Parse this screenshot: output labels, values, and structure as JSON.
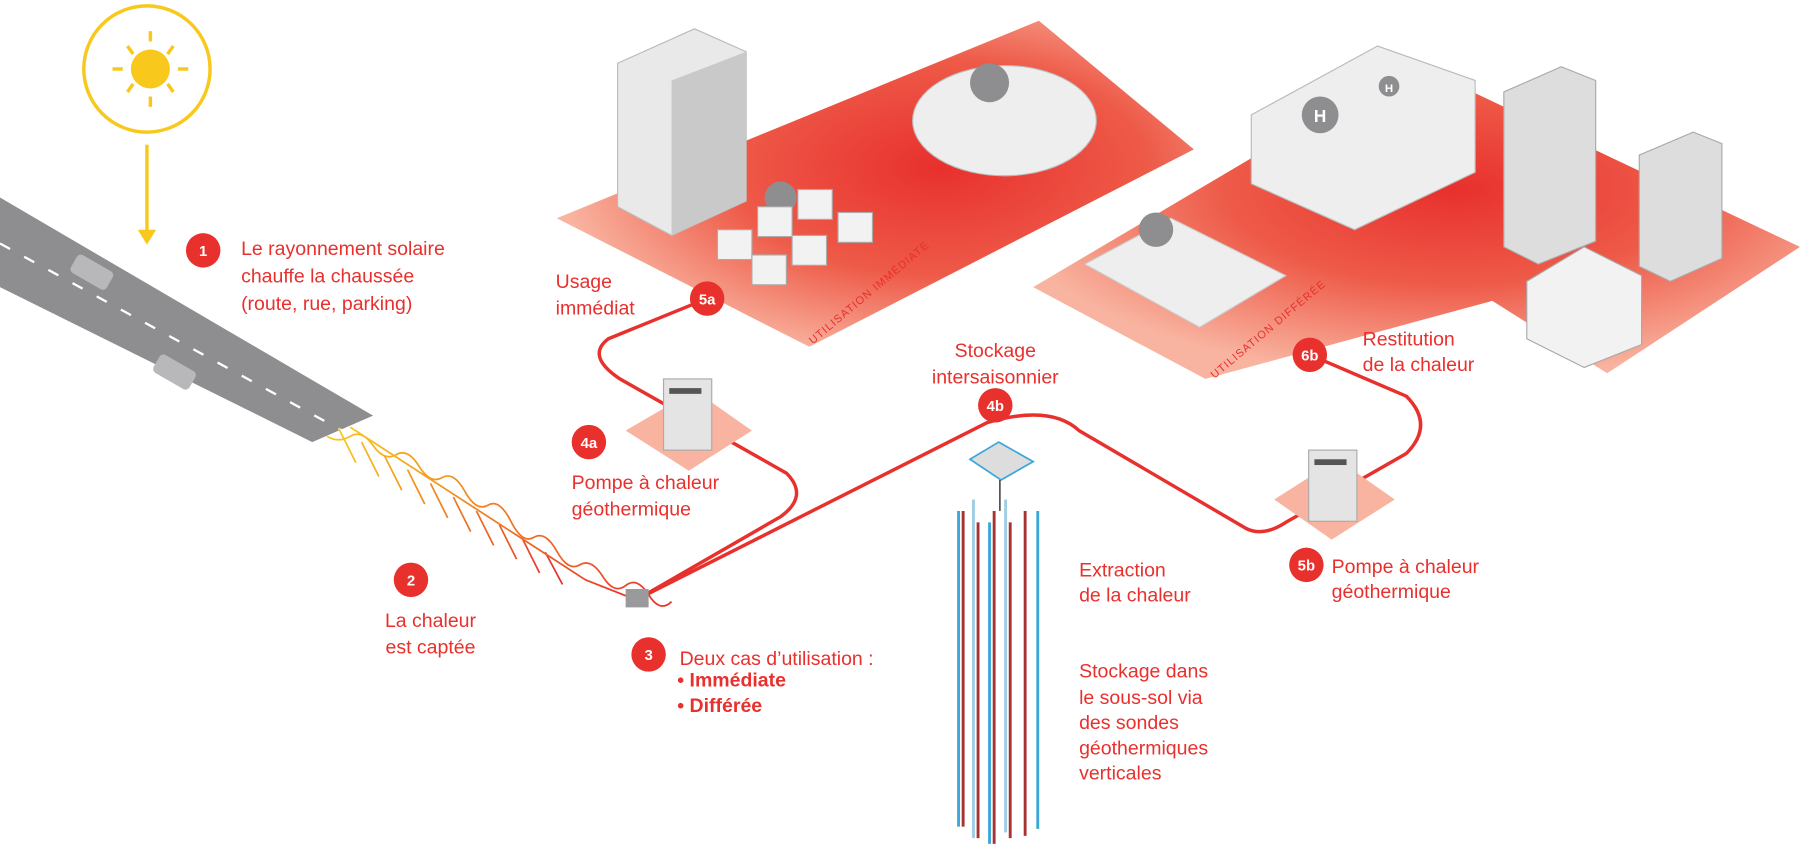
{
  "colors": {
    "accent_red": "#e8302d",
    "sun_yellow": "#f8c81c",
    "zone_pink": "#f8b4a0",
    "road_gray": "#8e8e90",
    "probe_blue": "#3aa7db"
  },
  "steps": [
    {
      "badge": "1",
      "lines": [
        "Le rayonnement solaire",
        "chauffe la chaussée",
        "(route, rue, parking)"
      ]
    },
    {
      "badge": "2",
      "lines": [
        "La chaleur",
        "est captée"
      ]
    },
    {
      "badge": "3",
      "lines": [
        "Deux cas d’utilisation :"
      ],
      "bullets": [
        "• Immédiate",
        "• Différée"
      ]
    },
    {
      "badge": "4a",
      "lines": [
        "Pompe à chaleur",
        "géothermique"
      ]
    },
    {
      "badge": "4b",
      "lines": [
        "Stockage",
        "intersaisonnier"
      ]
    },
    {
      "badge": "5a",
      "lines": [
        "Usage",
        "immédiat"
      ]
    },
    {
      "badge": "5b",
      "lines": [
        "Pompe à chaleur",
        "géothermique"
      ]
    },
    {
      "badge": "6b",
      "lines": [
        "Restitution",
        "de la chaleur"
      ]
    }
  ],
  "extraction": [
    "Extraction",
    "de la chaleur"
  ],
  "storage": [
    "Stockage dans",
    "le sous-sol via",
    "des sondes",
    "géothermiques",
    "verticales"
  ],
  "zones": {
    "immediate": "UTILISATION IMMÉDIATE",
    "deferred": "UTILISATION DIFFÉRÉE"
  },
  "icons": {
    "hospital": "H",
    "hospital_small": "H"
  }
}
